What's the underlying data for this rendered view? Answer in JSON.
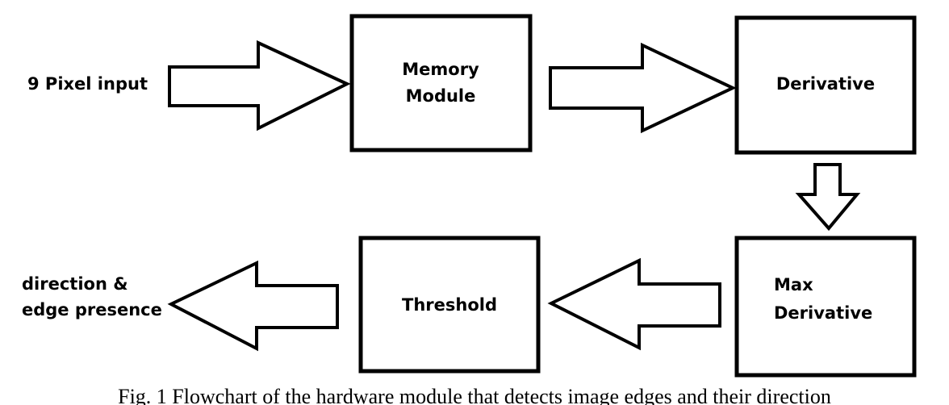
{
  "nodes": {
    "input": {
      "line1": "9 Pixel input"
    },
    "memory": {
      "line1": "Memory",
      "line2": "Module"
    },
    "derivative": {
      "line1": "Derivative"
    },
    "max_derivative": {
      "line1": "Max",
      "line2": "Derivative"
    },
    "threshold": {
      "line1": "Threshold"
    },
    "output": {
      "line1": "direction &",
      "line2": "edge presence"
    }
  },
  "caption": {
    "text": "Fig. 1 Flowchart of the hardware module that detects image edges and their direction"
  }
}
